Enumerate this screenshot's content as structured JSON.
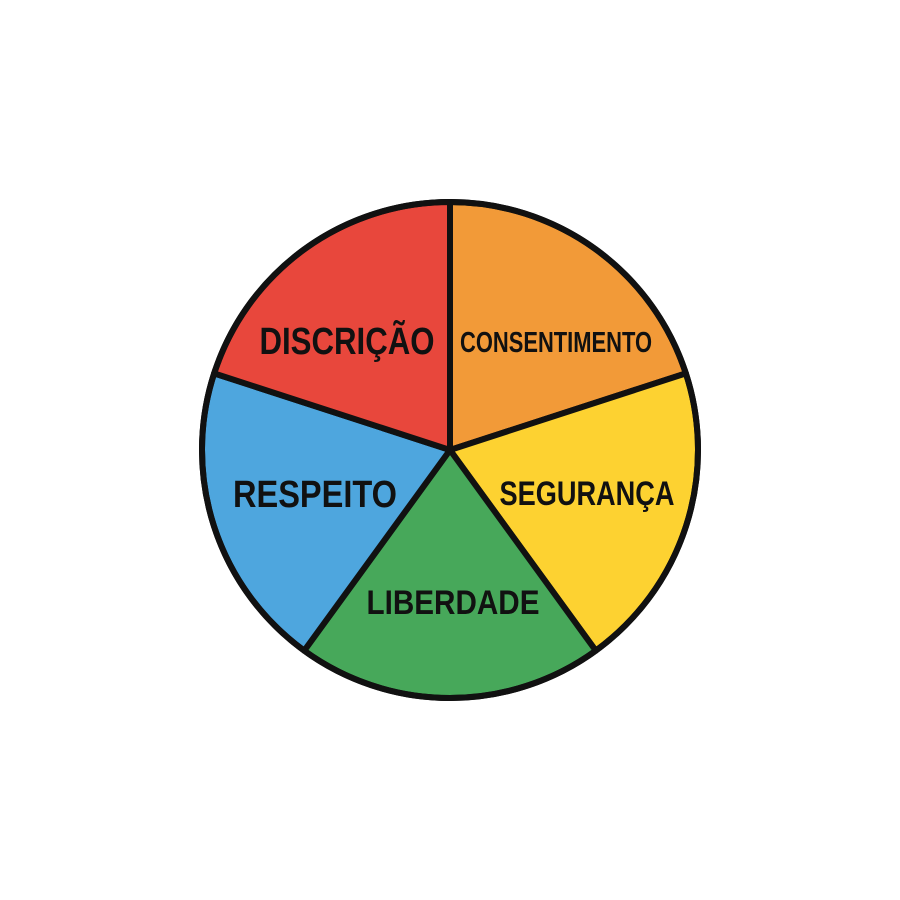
{
  "chart_data": {
    "type": "pie",
    "title": "",
    "start_angle_deg": 0,
    "direction": "clockwise",
    "slices": [
      {
        "label": "CONSENTIMENTO",
        "value": 20,
        "color": "#F29A38"
      },
      {
        "label": "SEGURANÇA",
        "value": 20,
        "color": "#FDD231"
      },
      {
        "label": "LIBERDADE",
        "value": 20,
        "color": "#47A85A"
      },
      {
        "label": "RESPEITO",
        "value": 20,
        "color": "#4EA6DE"
      },
      {
        "label": "DISCRIÇÃO",
        "value": 20,
        "color": "#E8473C"
      }
    ],
    "outline_color": "#111111",
    "legend": "none"
  }
}
